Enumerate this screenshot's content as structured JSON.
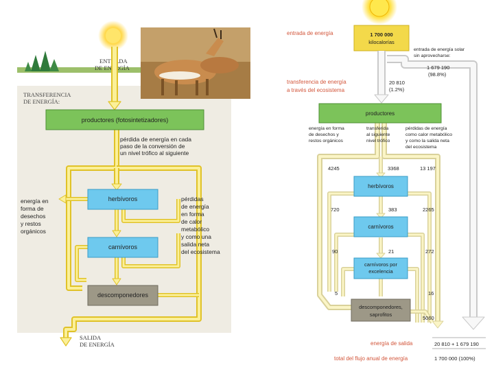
{
  "left": {
    "entrada": [
      "ENTRADA",
      "DE ENERGÍA"
    ],
    "transferencia": [
      "TRANSFERENCIA",
      "DE ENERGÍA:"
    ],
    "productores": "productores (fotosintetizadores)",
    "perdida_conversion": [
      "pérdida de energía en cada",
      "paso de la conversión de",
      "un nivel trófico al siguiente"
    ],
    "herbivoros": "herbívoros",
    "carnivoros": "carnívoros",
    "descomponedores": "descomponedores",
    "desechos": [
      "energía en",
      "forma de",
      "desechos",
      "y restos",
      "orgánicos"
    ],
    "perdidas_calor": [
      "pérdidas",
      "de energía",
      "en forma",
      "de calor",
      "metabólico",
      "y como una",
      "salida neta",
      "del ecosistema"
    ],
    "salida": [
      "SALIDA",
      "DE ENERGÍA"
    ]
  },
  "right": {
    "entrada": "entrada de energía",
    "input_value": "1 700 000",
    "input_unit": "kilocalorías",
    "no_aprovechada": [
      "entrada de energía solar",
      "sin aprovecharse:"
    ],
    "no_aprovechada_value": "1 679 190",
    "no_aprovechada_pct": "(98.8%)",
    "transferencia": [
      "transferencia de energía",
      "a través del ecosistema"
    ],
    "transfer_value": "20 810",
    "transfer_pct": "(1.2%)",
    "productores": "productores",
    "col_headers": [
      [
        "energía en forma",
        "de desechos y",
        "restos orgánicos"
      ],
      [
        "transferida",
        "al siguiente",
        "nivel trófico"
      ],
      [
        "pérdidas de energía",
        "como calor metabólico",
        "y como la salida neta",
        "del ecosistema"
      ]
    ],
    "row1": [
      "4245",
      "3368",
      "13 197"
    ],
    "herbivoros": "herbívoros",
    "row2": [
      "720",
      "383",
      "2265"
    ],
    "carnivoros": "carnívoros",
    "row3": [
      "90",
      "21",
      "272"
    ],
    "carnivoros_excelencia": [
      "carnívoros por",
      "excelencia"
    ],
    "row4": [
      "5",
      "16"
    ],
    "descomponedores": [
      "descomponedores,",
      "saprofitos"
    ],
    "descomp_out": "5060",
    "salida_label": "energía de salida",
    "salida_value": "20 810  +  1 679 190",
    "total_label": "total del flujo anual de energía",
    "total_value": "1 700 000 (100%)"
  }
}
